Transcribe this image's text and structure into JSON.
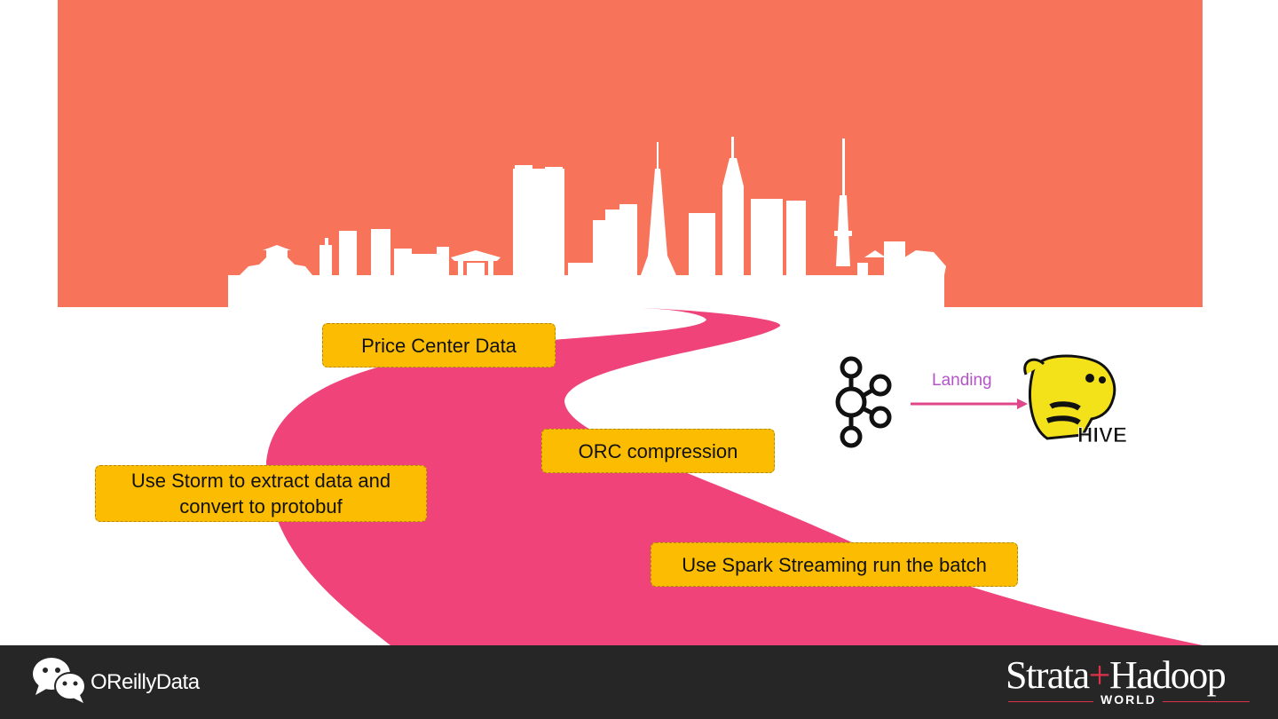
{
  "callouts": {
    "price_center": "Price Center Data",
    "orc": "ORC compression",
    "storm": "Use Storm to extract data and convert to protobuf",
    "spark": "Use Spark Streaming run the batch"
  },
  "flow": {
    "edge_label": "Landing",
    "source_icon": "kafka-icon",
    "target_icon": "hive-icon",
    "target_label": "HIVE"
  },
  "footer": {
    "brand": "OReillyData",
    "conference_left": "Strata",
    "conference_plus": "+",
    "conference_right": "Hadoop",
    "conference_sub": "WORLD"
  },
  "colors": {
    "banner": "#f7735a",
    "road": "#ef4379",
    "callout": "#fcbc02",
    "footer": "#262626",
    "landing_text": "#b554c8",
    "arrow": "#e0468a"
  }
}
